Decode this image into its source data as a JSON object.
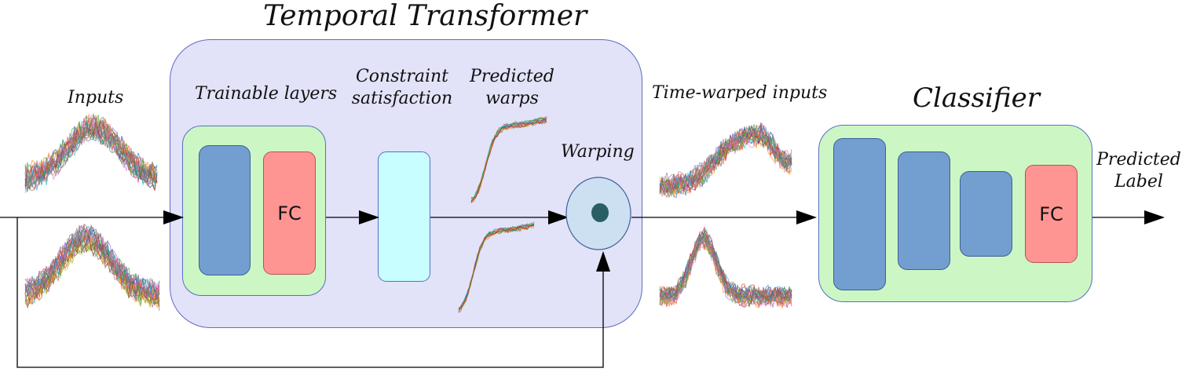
{
  "titles": {
    "temporal_transformer": "Temporal Transformer",
    "classifier": "Classifier"
  },
  "labels": {
    "inputs": "Inputs",
    "trainable_layers": "Trainable layers",
    "constraint_line1": "Constraint",
    "constraint_line2": "satisfaction",
    "predicted_warps_line1": "Predicted",
    "predicted_warps_line2": "warps",
    "warping": "Warping",
    "time_warped_inputs": "Time-warped inputs",
    "predicted_label_line1": "Predicted",
    "predicted_label_line2": "Label",
    "fc_transformer": "FC",
    "fc_classifier": "FC"
  },
  "colors": {
    "transformer_bg": "#e2e2f8",
    "layer_group_bg": "#ccf7c4",
    "conv_block": "#729fcf",
    "fc_block": "#ff9592",
    "constraint_block": "#c8feff",
    "warping_node": "#cce0f2",
    "warping_dot": "#2a5e66",
    "classifier_bg": "#ccf7c4"
  }
}
